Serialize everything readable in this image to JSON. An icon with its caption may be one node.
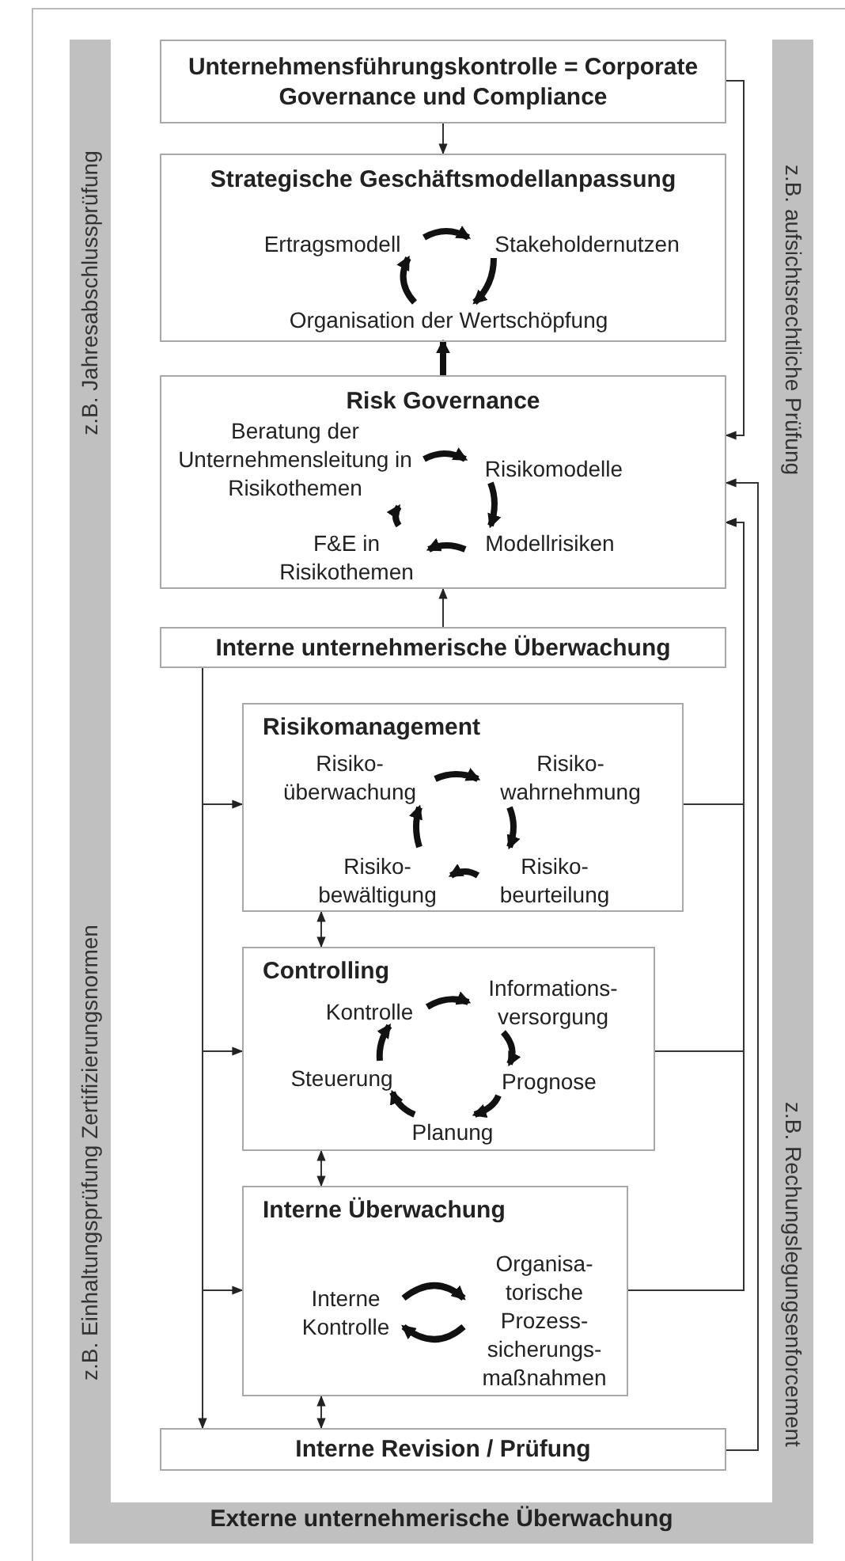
{
  "diagram": {
    "nodes": [
      {
        "text": [
          "Externe unternehmerische Überwachung"
        ]
      },
      {
        "text": [
          "Unternehmensführungskontrolle = Corporate Governance und Compliance"
        ]
      },
      {
        "text": [
          "Strategische Geschäftsmodellanpassung"
        ]
      },
      {
        "text": [
          "Ertragsmodell"
        ],
        "in": 2
      },
      {
        "text": [
          "Stakeholdernutzen"
        ],
        "in": 2
      },
      {
        "text": [
          "Organisation der Wertschöpfung"
        ],
        "in": 2
      },
      {
        "text": [
          "Risk Governance"
        ]
      },
      {
        "text": [
          "Beratung der Unternehmensleitung in Risikothemen"
        ],
        "in": 6
      },
      {
        "text": [
          "Risikomodelle"
        ],
        "in": 6
      },
      {
        "text": [
          "F&E in Risikothemen"
        ],
        "in": 6
      },
      {
        "text": [
          "Modellrisiken"
        ],
        "in": 6
      },
      {
        "text": [
          "Interne unternehmerische Überwachung"
        ]
      },
      {
        "text": [
          "Risikomanagement"
        ]
      },
      {
        "text": [
          "Risiko- überwachung"
        ],
        "in": 12
      },
      {
        "text": [
          "Risiko- wahrnehmung"
        ],
        "in": 12
      },
      {
        "text": [
          "Risiko- bewältigung"
        ],
        "in": 12
      },
      {
        "text": [
          "Risiko- beurteilung"
        ],
        "in": 12
      },
      {
        "text": [
          "Controlling"
        ]
      },
      {
        "text": [
          "Informations- versorgung"
        ],
        "in": 17
      },
      {
        "text": [
          "Kontrolle"
        ],
        "in": 17
      },
      {
        "text": [
          "Steuerung"
        ],
        "in": 17
      },
      {
        "text": [
          "Prognose"
        ],
        "in": 17
      },
      {
        "text": [
          "Planung"
        ],
        "in": 17
      },
      {
        "text": [
          "Interne Überwachung"
        ]
      },
      {
        "text": [
          "Interne Kontrolle"
        ],
        "in": 23
      },
      {
        "text": [
          "Organisa- torische Prozess- sicherungs- maßnahmen"
        ],
        "in": 23
      },
      {
        "text": [
          "Interne Revision / Prüfung"
        ]
      }
    ],
    "edges": [
      {
        "from": 1,
        "to": 2,
        "arrow": "to"
      },
      {
        "from": 6,
        "to": 2,
        "arrow": "to"
      },
      {
        "from": 11,
        "to": 6,
        "arrow": "to"
      },
      {
        "from": 1,
        "to": 6,
        "arrow": "to"
      },
      {
        "from": 12,
        "to": 6,
        "arrow": "to"
      },
      {
        "from": 17,
        "to": 6,
        "arrow": "to"
      },
      {
        "from": 23,
        "to": 6,
        "arrow": "to"
      },
      {
        "from": 26,
        "to": 6,
        "arrow": "to"
      },
      {
        "from": 11,
        "to": 12,
        "arrow": "to"
      },
      {
        "from": 11,
        "to": 17,
        "arrow": "to"
      },
      {
        "from": 11,
        "to": 23,
        "arrow": "to"
      },
      {
        "from": 11,
        "to": 26,
        "arrow": "to"
      },
      {
        "from": 12,
        "to": 17,
        "arrow": "both"
      },
      {
        "from": 17,
        "to": 23,
        "arrow": "both"
      },
      {
        "from": 23,
        "to": 26,
        "arrow": "both"
      },
      {
        "from": 3,
        "to": 4,
        "arrow": "to"
      },
      {
        "from": 4,
        "to": 5,
        "arrow": "to"
      },
      {
        "from": 5,
        "to": 3,
        "arrow": "to"
      },
      {
        "from": 7,
        "to": 8,
        "arrow": "to"
      },
      {
        "from": 8,
        "to": 10,
        "arrow": "to"
      },
      {
        "from": 10,
        "to": 9,
        "arrow": "to"
      },
      {
        "from": 9,
        "to": 7,
        "arrow": "to"
      },
      {
        "from": 13,
        "to": 14,
        "arrow": "to"
      },
      {
        "from": 14,
        "to": 16,
        "arrow": "to"
      },
      {
        "from": 16,
        "to": 15,
        "arrow": "to"
      },
      {
        "from": 15,
        "to": 13,
        "arrow": "to"
      },
      {
        "from": 19,
        "to": 18,
        "arrow": "to"
      },
      {
        "from": 18,
        "to": 21,
        "arrow": "to"
      },
      {
        "from": 21,
        "to": 22,
        "arrow": "to"
      },
      {
        "from": 22,
        "to": 20,
        "arrow": "to"
      },
      {
        "from": 20,
        "to": 19,
        "arrow": "to"
      },
      {
        "from": 24,
        "to": 25,
        "arrow": "to"
      },
      {
        "from": 25,
        "to": 24,
        "arrow": "to"
      }
    ],
    "labels": [
      "z.B. Jahresabschlussprüfung",
      "z.B. Einhaltungsprüfung Zertifizierungsnormen",
      "z.B. aufsichtsrechtliche Prüfung",
      "z.B. Rechungslegungsenforcement"
    ]
  }
}
